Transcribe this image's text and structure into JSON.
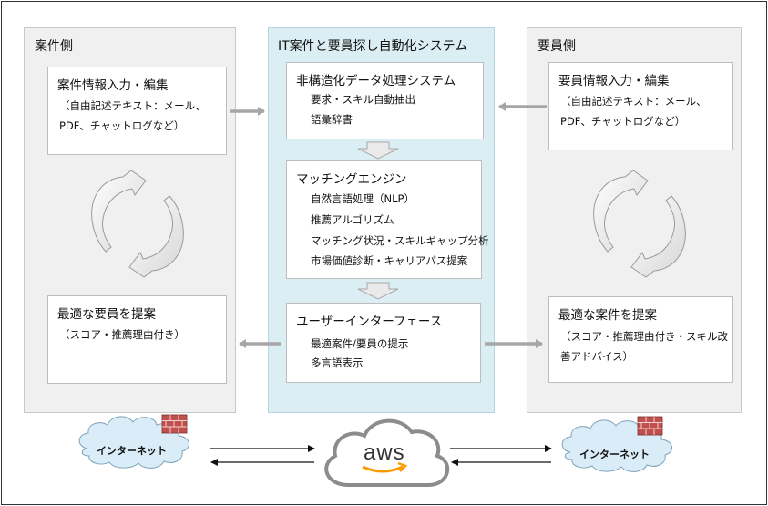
{
  "left_panel": {
    "title": "案件側",
    "input_box": {
      "title": "案件情報入力・編集",
      "lines": [
        "（自由記述テキスト：メール、",
        "PDF、チャットログなど）"
      ]
    },
    "output_box": {
      "title": "最適な要員を提案",
      "lines": [
        "（スコア・推薦理由付き）"
      ]
    }
  },
  "center_panel": {
    "title": "IT案件と要員探し自動化システム",
    "modules": [
      {
        "title": "非構造化データ処理システム",
        "items": [
          "要求・スキル自動抽出",
          "語彙辞書"
        ]
      },
      {
        "title": "マッチングエンジン",
        "items": [
          "自然言語処理（NLP）",
          "推薦アルゴリズム",
          "マッチング状況・スキルギャップ分析",
          "市場価値診断・キャリアパス提案"
        ]
      },
      {
        "title": "ユーザーインターフェース",
        "items": [
          "最適案件/要員の提示",
          "多言語表示"
        ]
      }
    ]
  },
  "right_panel": {
    "title": "要員側",
    "input_box": {
      "title": "要員情報入力・編集",
      "lines": [
        "（自由記述テキスト：メール、",
        "PDF、チャットログなど）"
      ]
    },
    "output_box": {
      "title": "最適な案件を提案",
      "lines": [
        "（スコア・推薦理由付き・スキル改",
        "善アドバイス）"
      ]
    }
  },
  "network": {
    "left_cloud": "インターネット",
    "right_cloud": "インターネット",
    "aws_label": "aws",
    "aws_color": "#ff9900"
  },
  "colors": {
    "center_bg": "#dbeef4",
    "side_bg": "#f0f0f0",
    "arrow_gray": "#a6a6a6",
    "cloud_fill": "#d9ecf7",
    "brick": "#c0504d"
  }
}
